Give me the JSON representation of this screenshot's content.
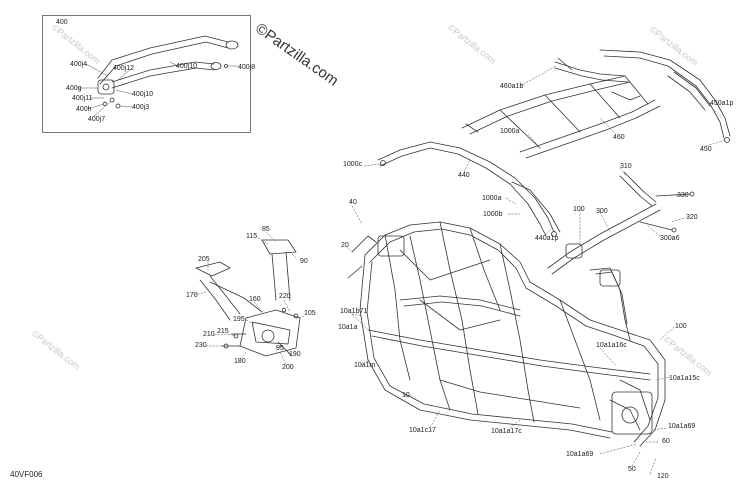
{
  "diagram": {
    "figure_code": "40VF006",
    "brand_watermark": "©Partzilla.com",
    "repeat_watermark": "©Partzilla.com",
    "inset_labels": [
      {
        "id": "400",
        "text": "400"
      },
      {
        "id": "400j4",
        "text": "400j4"
      },
      {
        "id": "400j12",
        "text": "400j12"
      },
      {
        "id": "400j10a",
        "text": "400j10"
      },
      {
        "id": "400j8",
        "text": "400j8"
      },
      {
        "id": "400g",
        "text": "400g"
      },
      {
        "id": "400j11",
        "text": "400j11"
      },
      {
        "id": "400j10b",
        "text": "400j10"
      },
      {
        "id": "400h",
        "text": "400h"
      },
      {
        "id": "400j3",
        "text": "400j3"
      },
      {
        "id": "400j7",
        "text": "400j7"
      }
    ],
    "labels": [
      {
        "id": "460a1b",
        "text": "460a1b"
      },
      {
        "id": "450a1p",
        "text": "450a1p"
      },
      {
        "id": "460",
        "text": "460"
      },
      {
        "id": "450",
        "text": "450"
      },
      {
        "id": "1000a_top",
        "text": "1000a"
      },
      {
        "id": "1000c",
        "text": "1000c"
      },
      {
        "id": "440",
        "text": "440"
      },
      {
        "id": "310",
        "text": "310"
      },
      {
        "id": "1000a_mid",
        "text": "1000a"
      },
      {
        "id": "330",
        "text": "330"
      },
      {
        "id": "1000b",
        "text": "1000b"
      },
      {
        "id": "100_top",
        "text": "100"
      },
      {
        "id": "300",
        "text": "300"
      },
      {
        "id": "320",
        "text": "320"
      },
      {
        "id": "440a1p",
        "text": "440a1p"
      },
      {
        "id": "300a6",
        "text": "300a6"
      },
      {
        "id": "40",
        "text": "40"
      },
      {
        "id": "85",
        "text": "85"
      },
      {
        "id": "115",
        "text": "115"
      },
      {
        "id": "20",
        "text": "20"
      },
      {
        "id": "90",
        "text": "90"
      },
      {
        "id": "205",
        "text": "205"
      },
      {
        "id": "170",
        "text": "170"
      },
      {
        "id": "160",
        "text": "160"
      },
      {
        "id": "220",
        "text": "220"
      },
      {
        "id": "10a1b71",
        "text": "10a1b71"
      },
      {
        "id": "105",
        "text": "105"
      },
      {
        "id": "195",
        "text": "195"
      },
      {
        "id": "10a1a",
        "text": "10a1a"
      },
      {
        "id": "100_right",
        "text": "100"
      },
      {
        "id": "210",
        "text": "210"
      },
      {
        "id": "215",
        "text": "215"
      },
      {
        "id": "95",
        "text": "95"
      },
      {
        "id": "230",
        "text": "230"
      },
      {
        "id": "190",
        "text": "190"
      },
      {
        "id": "180",
        "text": "180"
      },
      {
        "id": "200",
        "text": "200"
      },
      {
        "id": "10a1a16c",
        "text": "10a1a16c"
      },
      {
        "id": "10a1m",
        "text": "10a1m"
      },
      {
        "id": "10a1a15c",
        "text": "10a1a15c"
      },
      {
        "id": "10",
        "text": "10"
      },
      {
        "id": "10a1c17",
        "text": "10a1c17"
      },
      {
        "id": "10a1a17c",
        "text": "10a1a17c"
      },
      {
        "id": "10a1a69_r",
        "text": "10a1a69"
      },
      {
        "id": "60",
        "text": "60"
      },
      {
        "id": "10a1a69_b",
        "text": "10a1a69"
      },
      {
        "id": "50",
        "text": "50"
      },
      {
        "id": "120",
        "text": "120"
      }
    ]
  }
}
